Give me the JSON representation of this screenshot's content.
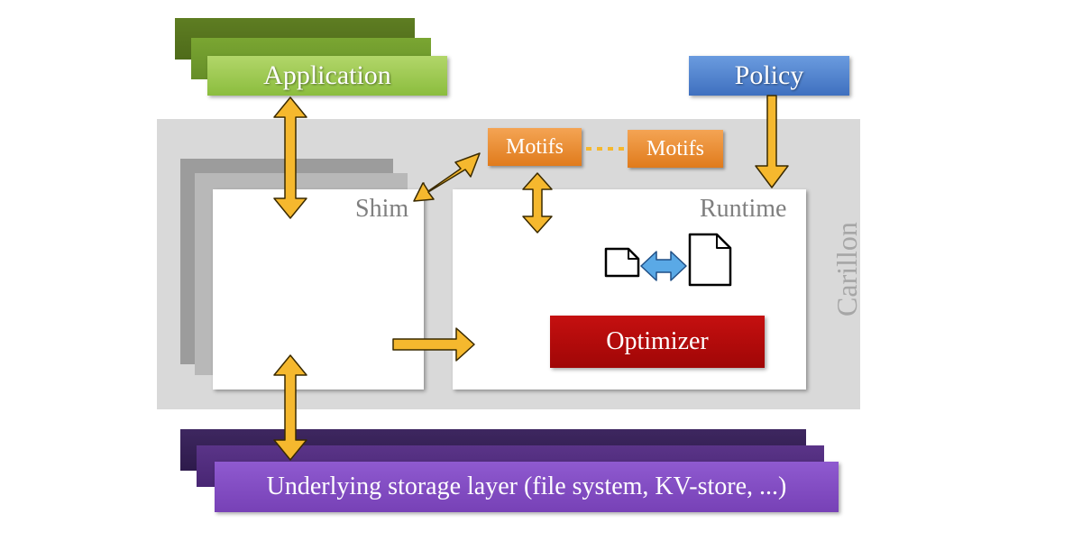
{
  "diagram": {
    "application": {
      "label": "Application",
      "color": "#8bbd3e"
    },
    "policy": {
      "label": "Policy",
      "color": "#4a7fcf"
    },
    "carillon": {
      "label": "Carillon",
      "color": "#d9d9d9"
    },
    "shim": {
      "label": "Shim"
    },
    "runtime": {
      "label": "Runtime"
    },
    "motifs": [
      {
        "label": "Motifs"
      },
      {
        "label": "Motifs"
      }
    ],
    "optimizer": {
      "label": "Optimizer",
      "color": "#b00808"
    },
    "storage": {
      "label": "Underlying storage layer (file system, KV-store, ...)",
      "color": "#7f48c0"
    },
    "arrow_color": "#f5b82e",
    "swap_arrow_color": "#5aa9e6",
    "icons": [
      "small-document-icon",
      "bidirectional-arrow-icon",
      "large-document-icon"
    ]
  }
}
